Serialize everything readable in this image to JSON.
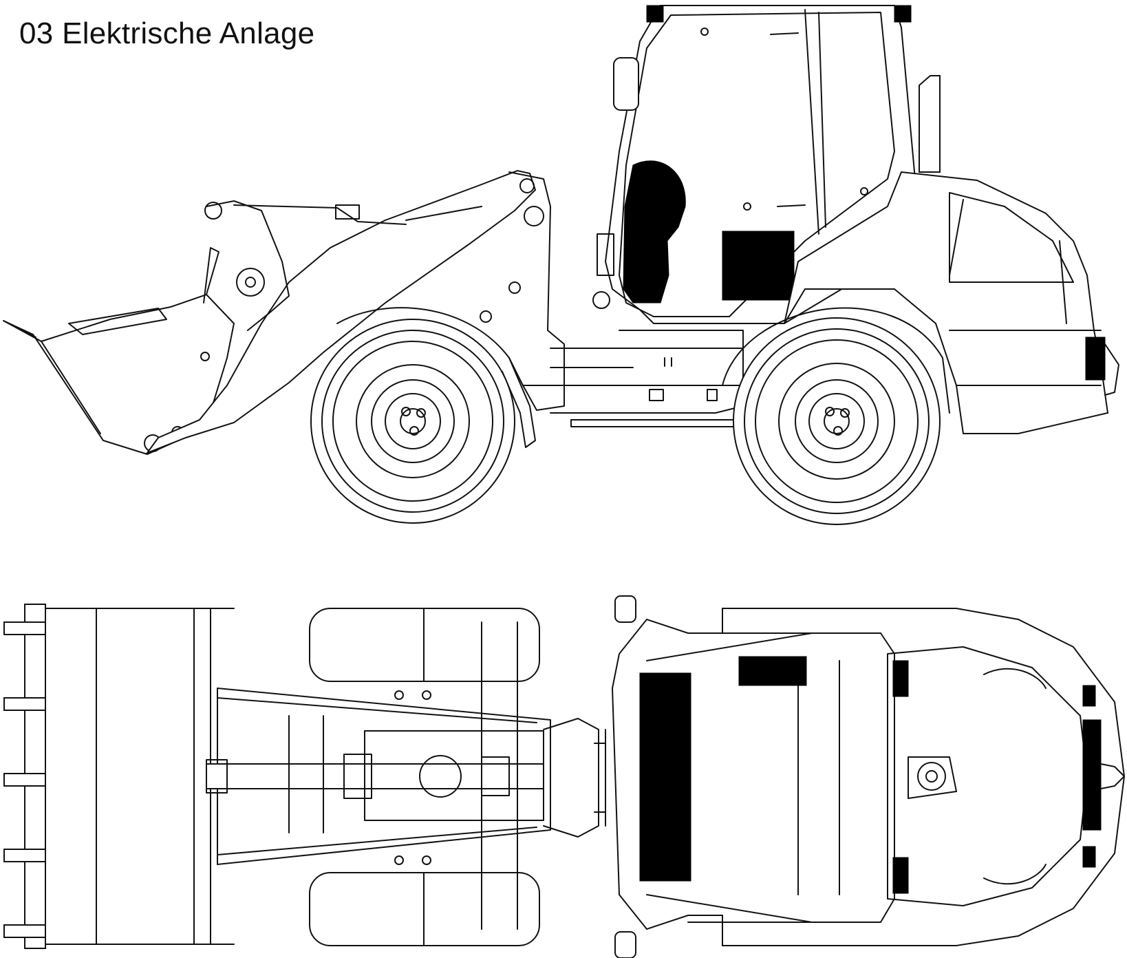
{
  "diagram": {
    "title": "03 Elektrische Anlage",
    "views": [
      {
        "name": "side-view"
      },
      {
        "name": "top-view"
      }
    ],
    "colors": {
      "line": "#111111",
      "highlight": "#000000",
      "background": "#ffffff"
    }
  }
}
